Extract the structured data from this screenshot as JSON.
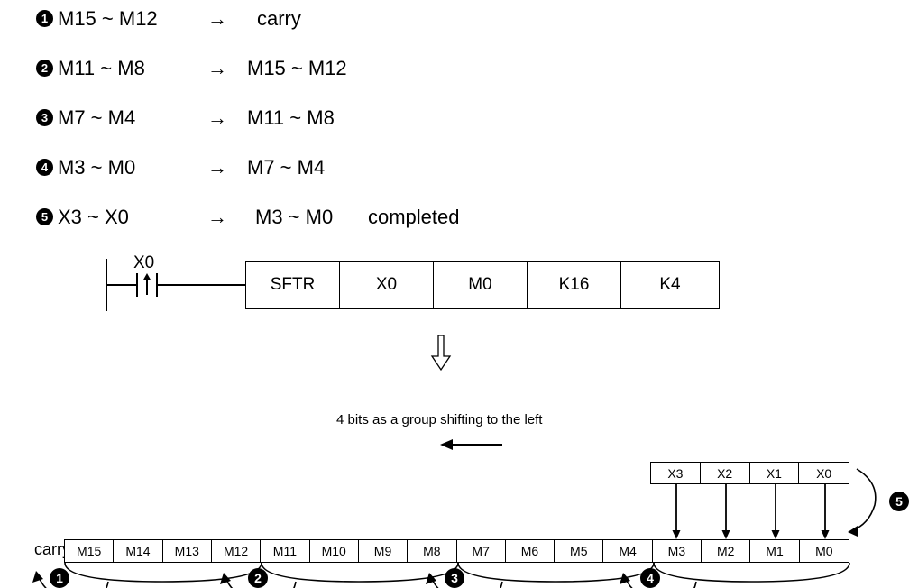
{
  "steps": [
    {
      "badge": "1",
      "source": "M15 ~ M12",
      "arrow": "→",
      "target": "carry",
      "note": ""
    },
    {
      "badge": "2",
      "source": "M11 ~ M8",
      "arrow": "→",
      "target": "M15 ~ M12",
      "note": ""
    },
    {
      "badge": "3",
      "source": "M7 ~ M4",
      "arrow": "→",
      "target": "M11 ~ M8",
      "note": ""
    },
    {
      "badge": "4",
      "source": "M3 ~ M0",
      "arrow": "→",
      "target": "M7 ~ M4",
      "note": ""
    },
    {
      "badge": "5",
      "source": "X3 ~ X0",
      "arrow": "→",
      "target": "M3 ~ M0",
      "note": "completed"
    }
  ],
  "ladder": {
    "contact_label": "X0",
    "contact_type": "rising-edge",
    "instruction": [
      "SFTR",
      "X0",
      "M0",
      "K16",
      "K4"
    ]
  },
  "diagram": {
    "caption": "4 bits as a group shifting to the left",
    "carry_label": "carry",
    "m_bits": [
      "M15",
      "M14",
      "M13",
      "M12",
      "M11",
      "M10",
      "M9",
      "M8",
      "M7",
      "M6",
      "M5",
      "M4",
      "M3",
      "M2",
      "M1",
      "M0"
    ],
    "x_bits": [
      "X3",
      "X2",
      "X1",
      "X0"
    ],
    "group_badges": [
      "1",
      "2",
      "3",
      "4",
      "5"
    ]
  }
}
